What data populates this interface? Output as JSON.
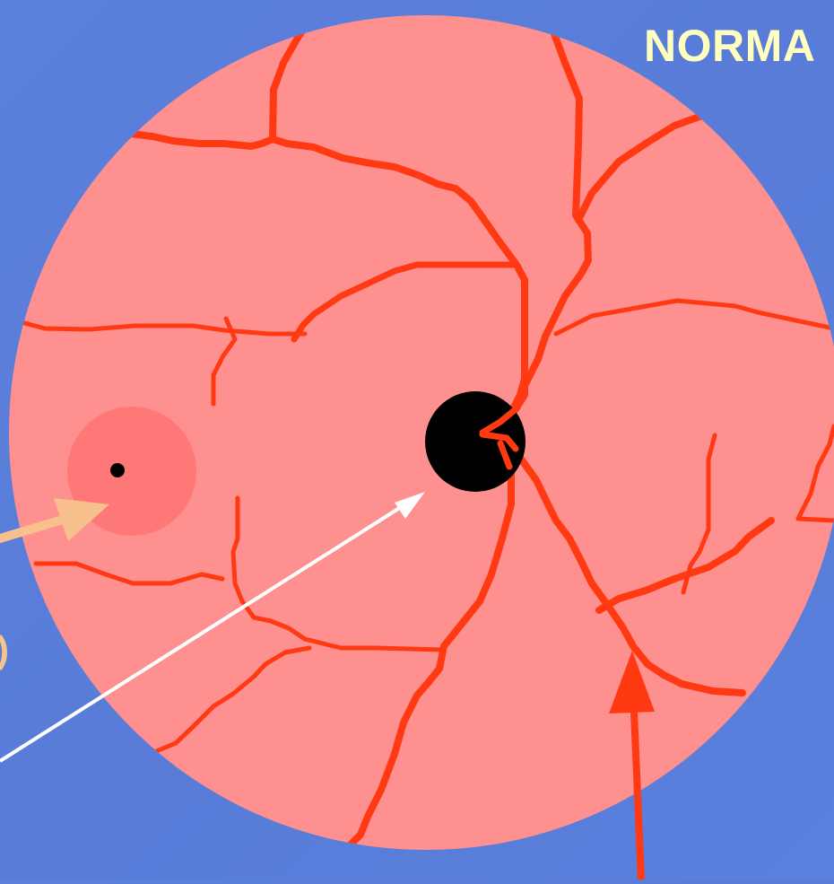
{
  "diagram": {
    "title": "NORMA",
    "side_label": ")",
    "colors": {
      "background": "#5a7fdb",
      "retina": "#ff9090",
      "macula": "#ff7878",
      "optic_disc": "#000000",
      "vessels": "#ff3a12",
      "macula_arrow": "#f7c08d",
      "disc_arrow": "#ffffff",
      "vessel_arrow": "#ff3a12",
      "title": "#ffffc0"
    },
    "structures": [
      "retina",
      "macula",
      "fovea",
      "optic-disc",
      "blood-vessels"
    ]
  }
}
